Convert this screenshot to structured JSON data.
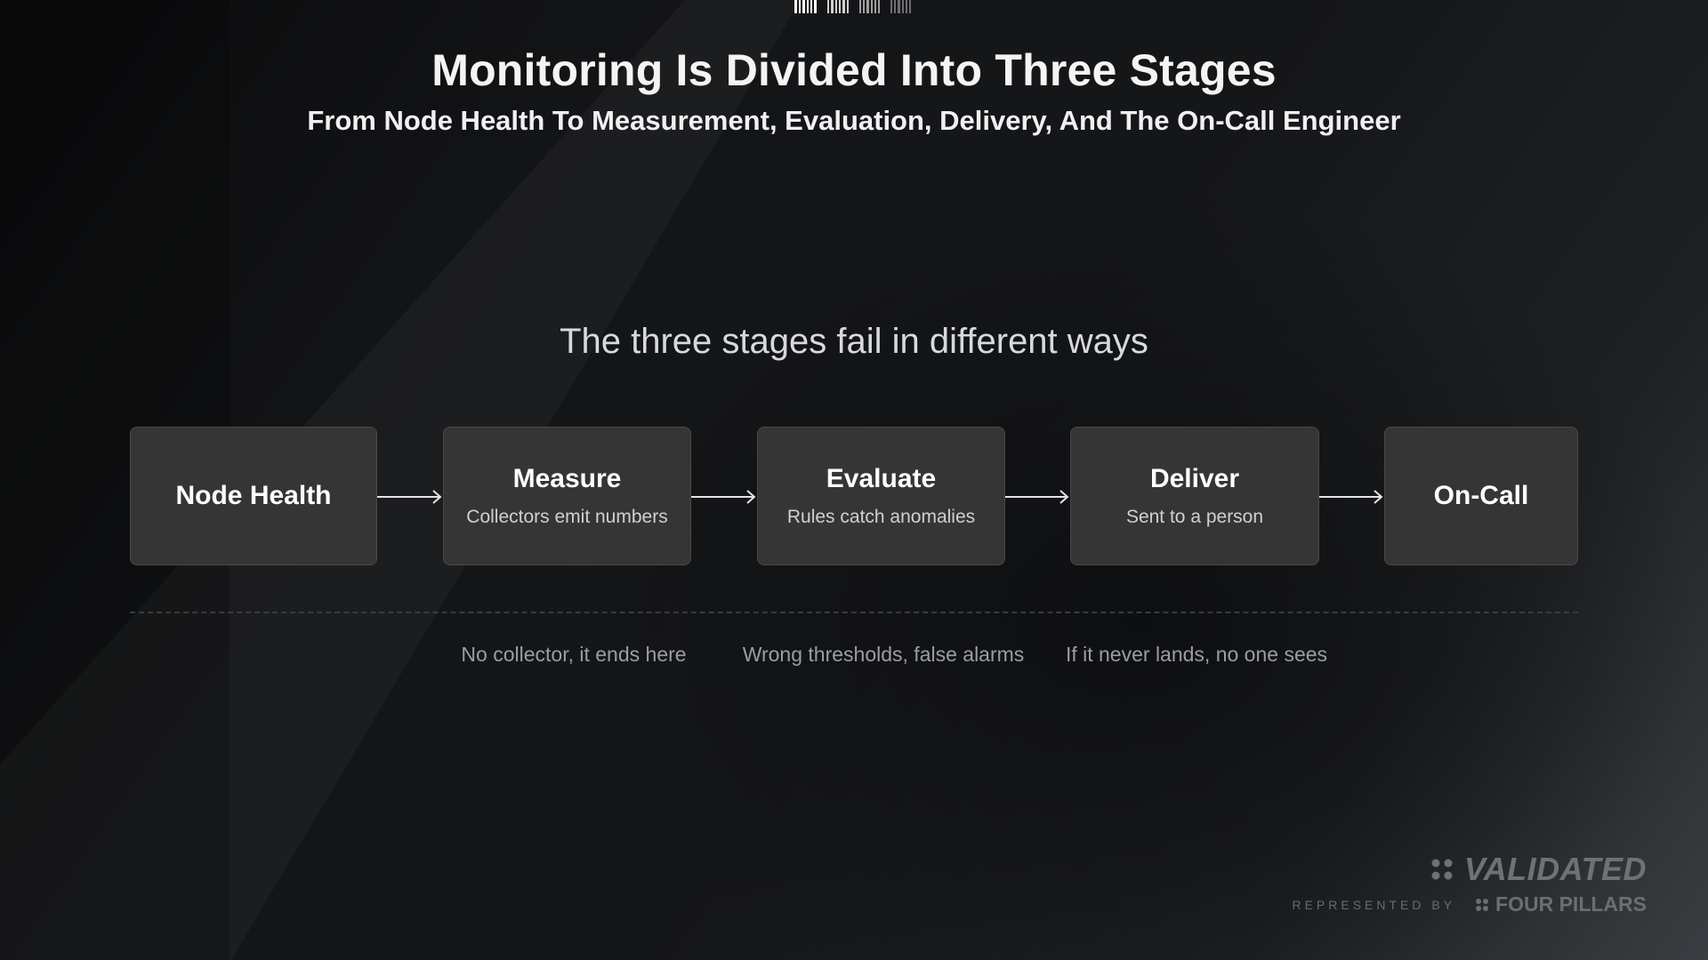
{
  "header": {
    "title": "Monitoring Is Divided Into Three Stages",
    "subtitle": "From Node Health To Measurement, Evaluation, Delivery, And The On-Call Engineer"
  },
  "diagram": {
    "heading": "The three stages fail in different ways",
    "stages": [
      {
        "title": "Node Health",
        "desc": ""
      },
      {
        "title": "Measure",
        "desc": "Collectors emit numbers"
      },
      {
        "title": "Evaluate",
        "desc": "Rules catch anomalies"
      },
      {
        "title": "Deliver",
        "desc": "Sent to a person"
      },
      {
        "title": "On-Call",
        "desc": ""
      }
    ],
    "failures": [
      "No collector, it ends here",
      "Wrong thresholds, false alarms",
      "If it never lands, no one sees"
    ]
  },
  "branding": {
    "name": "VALIDATED",
    "represented_by": "REPRESENTED BY",
    "partner": "FOUR PILLARS"
  }
}
